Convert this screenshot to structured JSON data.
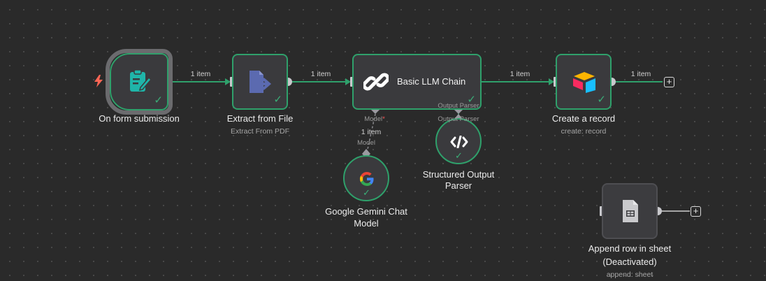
{
  "nodes": {
    "form_trigger": {
      "title": "On form submission"
    },
    "extract": {
      "title": "Extract from File",
      "subtitle": "Extract From PDF"
    },
    "llm_chain": {
      "title": "Basic LLM Chain",
      "port_model": "Model",
      "port_parser": "Output Parser"
    },
    "airtable": {
      "title": "Create a record",
      "subtitle": "create: record"
    },
    "gemini": {
      "title_line1": "Google Gemini Chat",
      "title_line2": "Model"
    },
    "parser": {
      "title_line1": "Structured Output",
      "title_line2": "Parser"
    },
    "sheets": {
      "title_line1": "Append row in sheet",
      "title_line2": "(Deactivated)",
      "subtitle": "append: sheet"
    }
  },
  "edges": {
    "trigger_to_extract": "1 item",
    "extract_to_chain": "1 item",
    "chain_to_airtable": "1 item",
    "airtable_out": "1 item",
    "model_to_chain": "1 item",
    "model_port_label": "Model",
    "parser_port_label": "Output Parser"
  },
  "colors": {
    "canvas": "#2a2a2a",
    "node_border_success": "#2fa06b",
    "edge_success": "#2fa06b",
    "form_icon": "#1fb5a9",
    "pdf_icon": "#5b6ab0",
    "required": "#ff5a5a"
  },
  "icons": {
    "trigger": "lightning-icon",
    "form": "form-icon",
    "extract": "file-export-icon",
    "chain": "link-icon",
    "airtable": "airtable-logo",
    "gemini": "google-logo",
    "parser": "code-icon",
    "sheets": "spreadsheet-icon",
    "add": "plus-icon",
    "success": "check-icon"
  }
}
